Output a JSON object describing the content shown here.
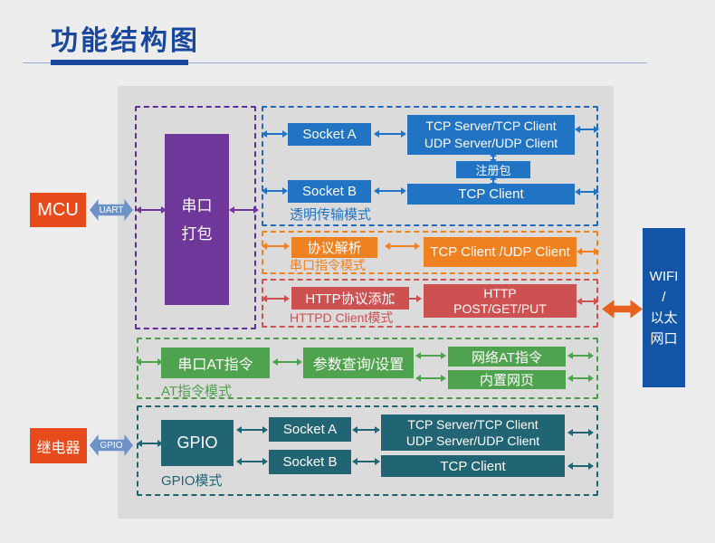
{
  "title": "功能结构图",
  "left_column": {
    "mcu": "MCU",
    "uart_badge": "UART",
    "relay": "继电器",
    "gpio_badge": "GPIO"
  },
  "serial_pack": {
    "line1": "串口",
    "line2": "打包"
  },
  "regions": {
    "transparent": {
      "label": "透明传输模式",
      "socket_a": "Socket A",
      "socket_b": "Socket B",
      "server_line1": "TCP Server/TCP Client",
      "server_line2": "UDP Server/UDP Client",
      "register_packet": "注册包",
      "tcp_client": "TCP Client"
    },
    "serial_cmd": {
      "label": "串口指令模式",
      "protocol_parse": "协议解析",
      "client_box": "TCP Client /UDP Client"
    },
    "httpd": {
      "label": "HTTPD Client模式",
      "http_add": "HTTP协议添加",
      "http_line1": "HTTP",
      "http_line2": "POST/GET/PUT"
    },
    "at": {
      "label": "AT指令模式",
      "serial_at": "串口AT指令",
      "param_query": "参数查询/设置",
      "net_at": "网络AT指令",
      "web_page": "内置网页"
    },
    "gpio": {
      "label": "GPIO模式",
      "gpio_box": "GPIO",
      "socket_a": "Socket A",
      "socket_b": "Socket B",
      "server_line1": "TCP Server/TCP Client",
      "server_line2": "UDP Server/UDP Client",
      "tcp_client": "TCP Client"
    }
  },
  "right_column": {
    "wifi_lines": [
      "WIFI",
      "/",
      "以太",
      "网口"
    ]
  },
  "colors": {
    "title_blue": "#17489E",
    "page_bg": "#EDEDED",
    "panel_gray": "#DBDBDB",
    "device_orange_red": "#E84B1B",
    "badge_steel_blue": "#6C92C8",
    "serial_pack_purple": "#6F3799",
    "transparent_blue": "#2173C4",
    "cmd_orange": "#F08121",
    "httpd_red": "#CE5151",
    "at_green": "#50A34E",
    "gpio_teal": "#216474",
    "wifi_blue": "#1356A8",
    "big_arrow_orange": "#E8611C"
  }
}
